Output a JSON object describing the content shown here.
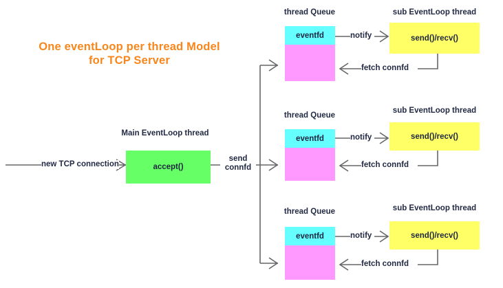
{
  "diagram": {
    "title_line1": "One eventLoop per thread Model",
    "title_line2": "for TCP Server",
    "title_color": "#f7861c",
    "background": "#ffffff",
    "text_color": "#222a44"
  },
  "palette": {
    "eventfd": "#66ffff",
    "queue": "#ff99ff",
    "sub_eventloop": "#ffff66",
    "accept": "#66ff66",
    "line": "#666666"
  },
  "main": {
    "group_label": "Main EventLoop thread",
    "accept_box": "accept()",
    "inbound_label": "new TCP connection",
    "dispatch_label_line1": "send",
    "dispatch_label_line2": "connfd"
  },
  "workers": [
    {
      "queue_label": "thread Queue",
      "eventfd_box": "eventfd",
      "queue_box": "",
      "sub_label": "sub EventLoop thread",
      "sub_box": "send()/recv()",
      "notify_label": "notify",
      "fetch_label": "fetch connfd"
    },
    {
      "queue_label": "thread Queue",
      "eventfd_box": "eventfd",
      "queue_box": "",
      "sub_label": "sub EventLoop thread",
      "sub_box": "send()/recv()",
      "notify_label": "notify",
      "fetch_label": "fetch connfd"
    },
    {
      "queue_label": "thread Queue",
      "eventfd_box": "eventfd",
      "queue_box": "",
      "sub_label": "sub EventLoop thread",
      "sub_box": "send()/recv()",
      "notify_label": "notify",
      "fetch_label": "fetch connfd"
    }
  ]
}
